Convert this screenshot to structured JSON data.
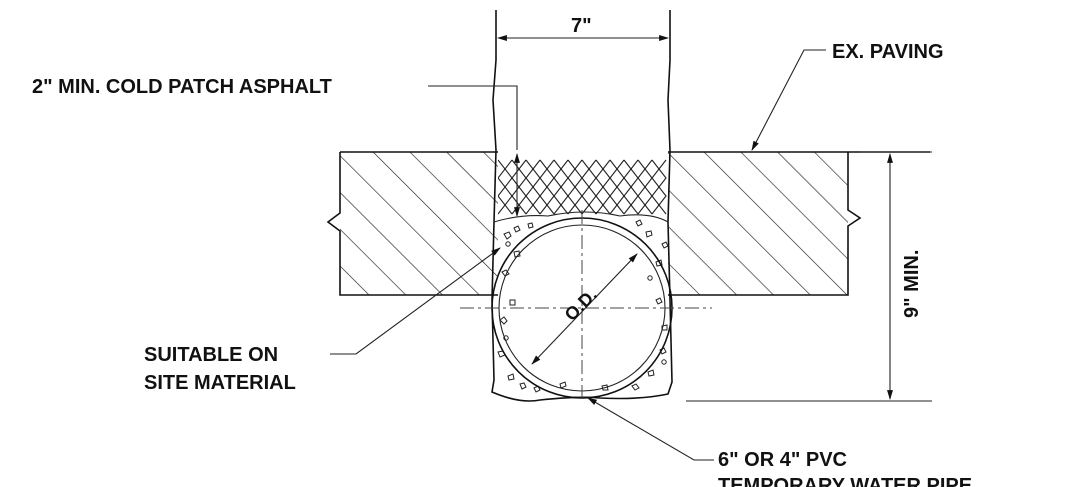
{
  "labels": {
    "width_dim": "7\"",
    "ex_paving": "EX. PAVING",
    "cold_patch": "2\" MIN. COLD PATCH ASPHALT",
    "depth_dim": "9\" MIN.",
    "pipe_od": "O.D.",
    "backfill_line1": "SUITABLE ON",
    "backfill_line2": "SITE MATERIAL",
    "pipe_line1": "6\" OR 4\" PVC",
    "pipe_line2": "TEMPORARY WATER PIPE"
  }
}
